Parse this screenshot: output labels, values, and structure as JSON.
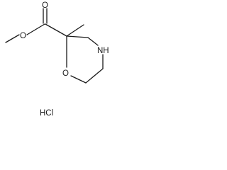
{
  "molecule": {
    "atom_labels": {
      "carbonyl_oxygen": "O",
      "ester_oxygen": "O",
      "ring_oxygen": "O",
      "ring_nitrogen": "NH"
    },
    "salt_label": "HCl"
  }
}
